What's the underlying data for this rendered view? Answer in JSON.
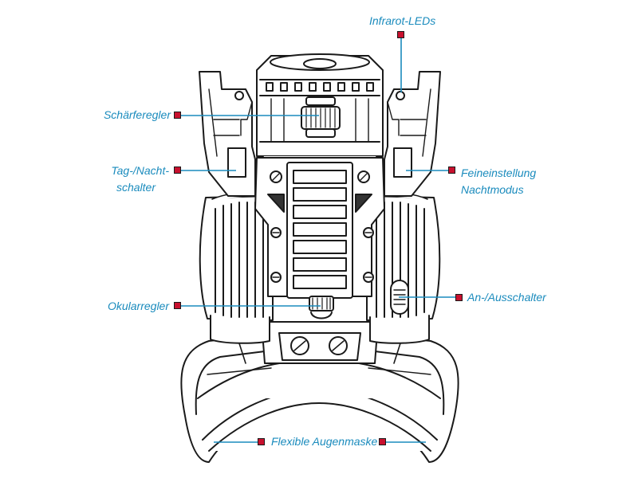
{
  "labels": {
    "infrared_leds": "Infrarot-LEDs",
    "focus_ring": "Schärferegler",
    "day_night_switch_line1": "Tag-/Nacht-",
    "day_night_switch_line2": "schalter",
    "fine_tune_line1": "Feineinstellung",
    "fine_tune_line2": "Nachtmodus",
    "eyepiece": "Okularregler",
    "power_switch": "An-/Ausschalter",
    "eye_mask": "Flexible Augenmaske"
  },
  "colors": {
    "label_text": "#1a8bbd",
    "leader_line": "#1a8bbd",
    "marker_fill": "#c8102e",
    "device_stroke": "#1a1a1a",
    "device_fill": "#ffffff"
  }
}
